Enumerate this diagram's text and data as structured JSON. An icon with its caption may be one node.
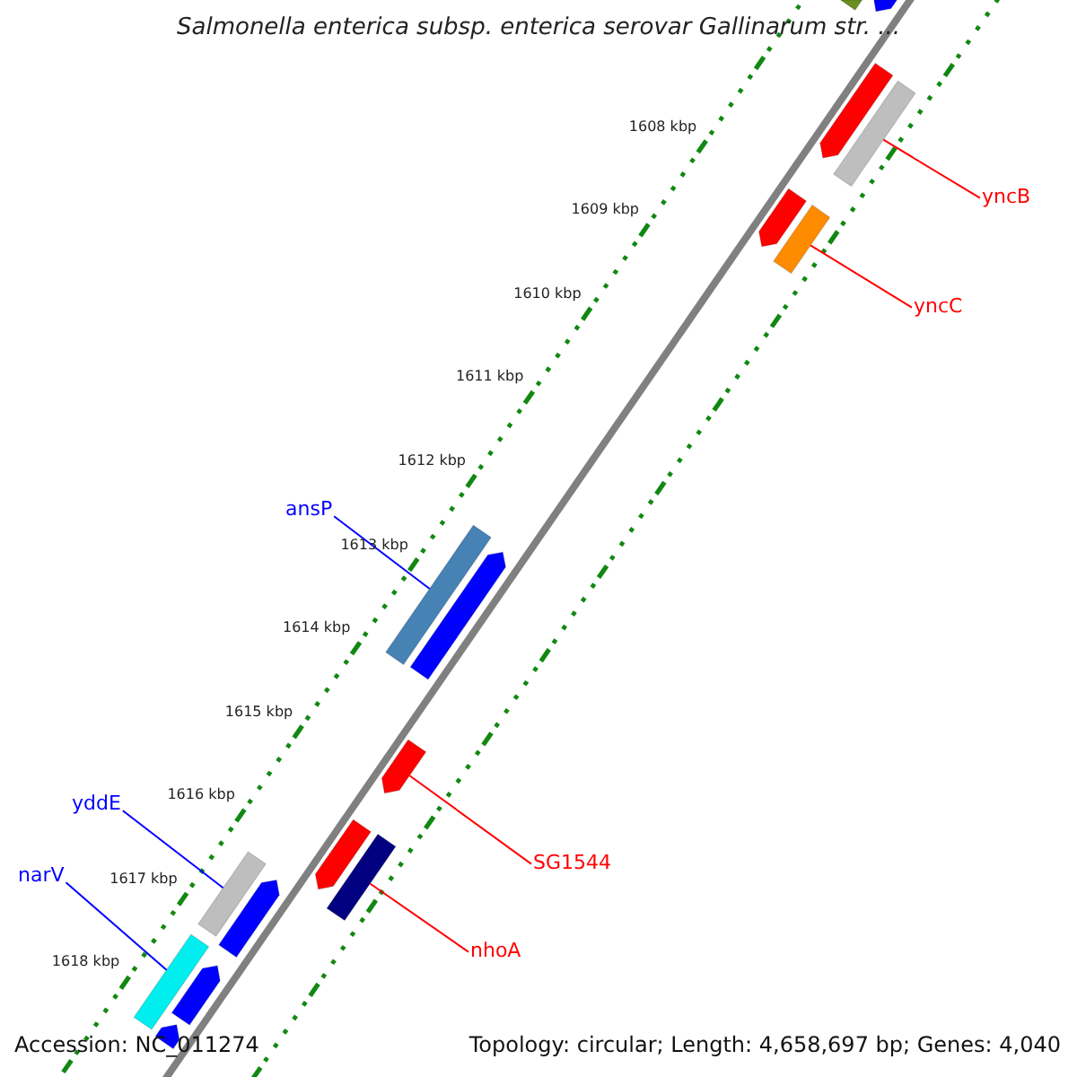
{
  "diagram": {
    "title": "Salmonella enterica subsp. enterica serovar Gallinarum str. ...",
    "nodes": [
      {
        "text": [],
        "shape": "bar"
      },
      {
        "text": [],
        "shape": "arrow"
      },
      {
        "text": [],
        "shape": "arrow"
      },
      {
        "text": [],
        "shape": "bar"
      },
      {
        "text": [
          "yncB"
        ]
      },
      {
        "text": [],
        "shape": "arrow"
      },
      {
        "text": [],
        "shape": "bar"
      },
      {
        "text": [
          "yncC"
        ]
      },
      {
        "text": [
          "ansP"
        ]
      },
      {
        "text": [],
        "shape": "bar"
      },
      {
        "text": [],
        "shape": "arrow"
      },
      {
        "text": [],
        "shape": "arrow"
      },
      {
        "text": [
          "yddE"
        ]
      },
      {
        "text": [
          "SG1544"
        ]
      },
      {
        "text": [
          "narV"
        ]
      },
      {
        "text": [],
        "shape": "arrow"
      },
      {
        "text": [],
        "shape": "bar"
      },
      {
        "text": [],
        "shape": "bar"
      },
      {
        "text": [],
        "shape": "arrow"
      },
      {
        "text": [
          "nhoA"
        ]
      },
      {
        "text": [],
        "shape": "bar"
      },
      {
        "text": [],
        "shape": "arrow"
      },
      {
        "text": [],
        "shape": "arrow"
      }
    ],
    "edges": [
      {
        "from": 4,
        "to": 3,
        "arrow": "none"
      },
      {
        "from": 7,
        "to": 6,
        "arrow": "none"
      },
      {
        "from": 8,
        "to": 9,
        "arrow": "none",
        "color": "#0000ff"
      },
      {
        "from": 13,
        "to": 11,
        "arrow": "none"
      },
      {
        "from": 12,
        "to": 17,
        "arrow": "none",
        "color": "#0000ff"
      },
      {
        "from": 14,
        "to": 20,
        "arrow": "none",
        "color": "#0000ff"
      },
      {
        "from": 19,
        "to": 16,
        "arrow": "none"
      }
    ],
    "labels": [
      "1608 kbp",
      "1609 kbp",
      "1610 kbp",
      "1611 kbp",
      "1612 kbp",
      "1613 kbp",
      "1614 kbp",
      "1615 kbp",
      "1616 kbp",
      "1617 kbp",
      "1618 kbp",
      "Accession: NC_011274",
      "Topology: circular; Length: 4,658,697 bp; Genes: 4,040"
    ]
  }
}
